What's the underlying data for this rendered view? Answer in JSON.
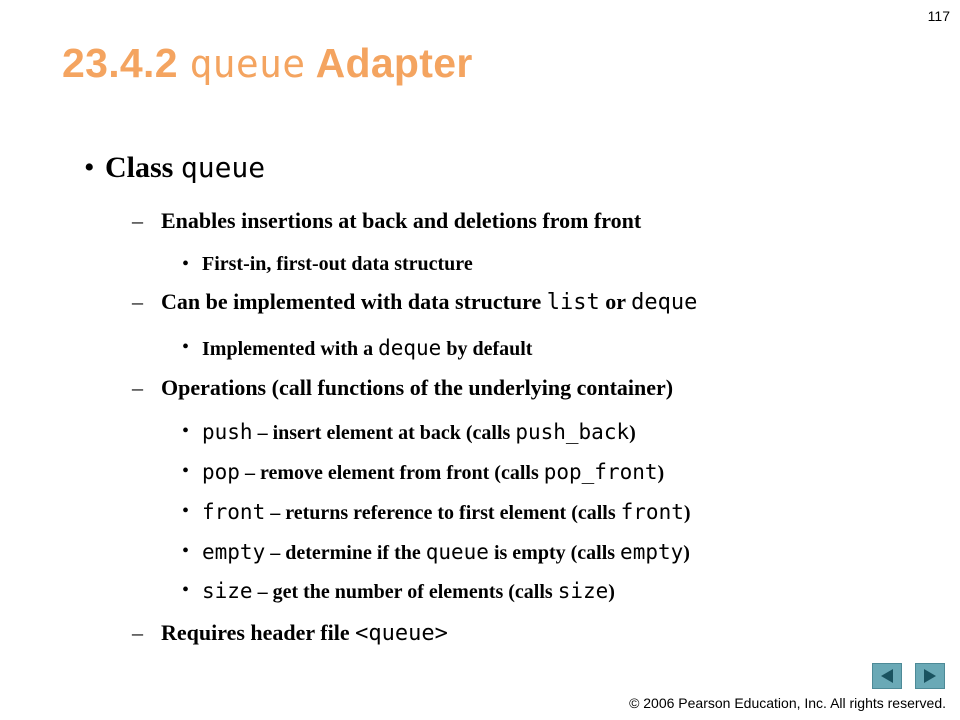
{
  "page_number": "117",
  "title": {
    "prefix": "23.4.2",
    "code": "queue",
    "suffix": "Adapter"
  },
  "content": {
    "class_line": {
      "bullet": "•",
      "text": "Class",
      "code": "queue"
    },
    "enables": {
      "dash": "–",
      "text": "Enables insertions at back and deletions from front"
    },
    "fifo": {
      "bullet": "•",
      "text": "First-in, first-out data structure"
    },
    "impl_with": {
      "dash": "–",
      "text_a": "Can be implemented with data structure",
      "code_a": "list",
      "text_b": "or",
      "code_b": "deque"
    },
    "impl_default": {
      "bullet": "•",
      "text_a": "Implemented with a",
      "code": "deque",
      "text_b": "by default"
    },
    "operations": {
      "dash": "–",
      "text": "Operations (call functions of the underlying container)"
    },
    "ops": [
      {
        "bullet": "•",
        "code_a": "push",
        "text_a": "– insert element at back (calls",
        "code_b": "push_back",
        "text_b": ")"
      },
      {
        "bullet": "•",
        "code_a": "pop",
        "text_a": "– remove element from front (calls",
        "code_b": "pop_front",
        "text_b": ")"
      },
      {
        "bullet": "•",
        "code_a": "front",
        "text_a": "– returns reference to first element (calls",
        "code_b": "front",
        "text_b": ")"
      },
      {
        "bullet": "•",
        "code_a": "empty",
        "text_a": "– determine if the",
        "code_b": "queue",
        "text_b": "is empty (calls",
        "code_c": "empty",
        "text_c": ")"
      },
      {
        "bullet": "•",
        "code_a": "size",
        "text_a": "– get the number of elements (calls",
        "code_b": "size",
        "text_b": ")"
      }
    ],
    "header": {
      "dash": "–",
      "text": "Requires header file",
      "code": "<queue>"
    }
  },
  "nav": {
    "back_icon": "triangle-left-icon",
    "forward_icon": "triangle-right-icon",
    "color": "#6aa9b6"
  },
  "footer": {
    "copyright": "© 2006 Pearson Education, Inc.  All rights reserved."
  },
  "colors": {
    "title": "#f4a460",
    "text": "#000000",
    "background": "#ffffff"
  }
}
